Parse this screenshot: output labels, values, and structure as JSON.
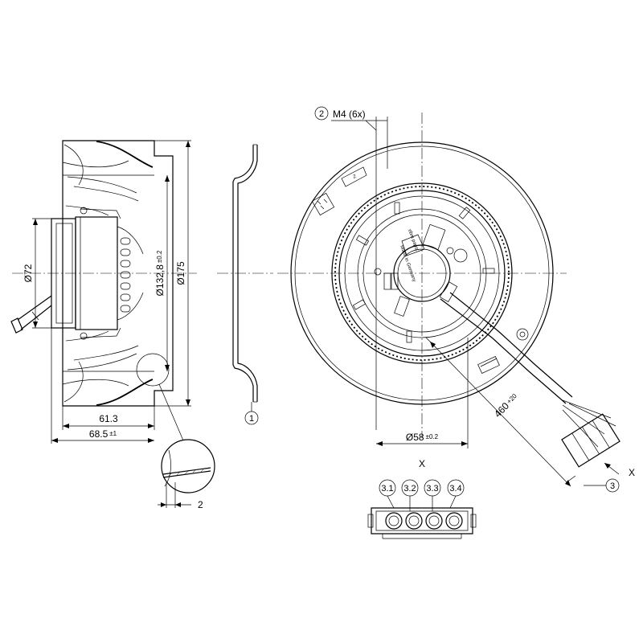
{
  "dimensions": {
    "d72": "Ø72",
    "d132": "Ø132,8",
    "d132_tol": "±0.2",
    "d175": "Ø175",
    "w613": "61.3",
    "w685": "68.5",
    "w685_tol": "±1",
    "thk2": "2",
    "d58": "Ø58",
    "d58_tol": "±0.2",
    "cable": "460",
    "cable_tol": "+20",
    "thread": "M4 (6x)"
  },
  "callouts": {
    "c1": "1",
    "c2": "2",
    "c3": "3"
  },
  "connector": {
    "view_label": "X",
    "arrow_label": "X",
    "pins": [
      "3.1",
      "3.2",
      "3.3",
      "3.4"
    ]
  },
  "rotor_markings": {
    "label_a": "Z",
    "label_b": "ebm papst",
    "label_c": "Made in Germany"
  }
}
